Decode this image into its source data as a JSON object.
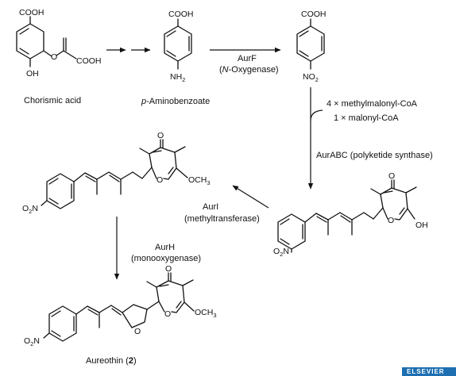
{
  "diagram": {
    "compounds": {
      "chorismic_acid": {
        "name": "Chorismic acid",
        "groups": {
          "cooh_top": "COOH",
          "cooh_side": "COOH",
          "oh": "OH",
          "o_link": "O"
        }
      },
      "paba": {
        "name_prefix": "p",
        "name_rest": "-Aminobenzoate",
        "groups": {
          "cooh": "COOH",
          "nh2_main": "NH",
          "nh2_sub": "2"
        }
      },
      "nitro_acid": {
        "groups": {
          "cooh": "COOH",
          "no2_main": "NO",
          "no2_sub": "2"
        }
      },
      "pyrone_acid": {
        "groups": {
          "no2_main": "O",
          "no2_sub": "2",
          "no2_n": "N",
          "oxo": "O",
          "ring_o": "O",
          "oh": "OH"
        }
      },
      "methyl_pyrone": {
        "groups": {
          "no2_main": "O",
          "no2_sub": "2",
          "no2_n": "N",
          "oxo": "O",
          "ring_o": "O",
          "och3_main": "OCH",
          "och3_sub": "3"
        }
      },
      "aureothin": {
        "name": "Aureothin (",
        "number": "2",
        "close": ")",
        "groups": {
          "no2_main": "O",
          "no2_sub": "2",
          "no2_n": "N",
          "oxo": "O",
          "ring_o": "O",
          "thf_o": "O",
          "och3_main": "OCH",
          "och3_sub": "3"
        }
      }
    },
    "enzymes": {
      "aurf_name": "AurF",
      "aurf_role_open": "(",
      "aurf_role_italic": "N",
      "aurf_role_rest": "-Oxygenase)",
      "substrates_1": "4 × methylmalonyl-CoA",
      "substrates_2": "1 × malonyl-CoA",
      "aurabc": "AurABC (polyketide synthase)",
      "auri_name": "AurI",
      "auri_role": "(methyltransferase)",
      "aurh_name": "AurH",
      "aurh_role": "(monooxygenase)"
    }
  },
  "corner_badge": "ELSEVIER"
}
